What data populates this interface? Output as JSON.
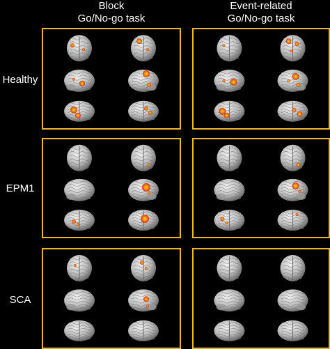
{
  "columns": [
    {
      "line1": "Block",
      "line2": "Go/No-go task"
    },
    {
      "line1": "Event-related",
      "line2": "Go/No-go task"
    }
  ],
  "rows": [
    {
      "label": "Healthy"
    },
    {
      "label": "EPM1"
    },
    {
      "label": "SCA"
    }
  ],
  "colors": {
    "panel_border": "#f0b429",
    "background": "#000000",
    "activation_core": "#ffd21f",
    "activation_edge": "#d42a10"
  }
}
